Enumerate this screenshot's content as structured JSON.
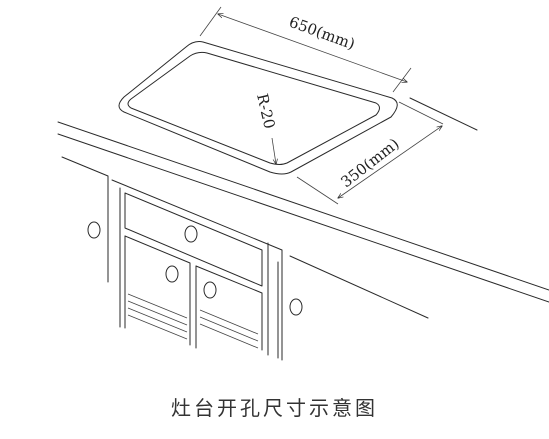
{
  "dimensions": {
    "length": "650(mm)",
    "width": "350(mm)",
    "radius": "R-20"
  },
  "caption": "灶台开孔尺寸示意图",
  "colors": {
    "line": "#2a2a2a",
    "text": "#222222",
    "caption": "#333333",
    "background": "#ffffff"
  }
}
